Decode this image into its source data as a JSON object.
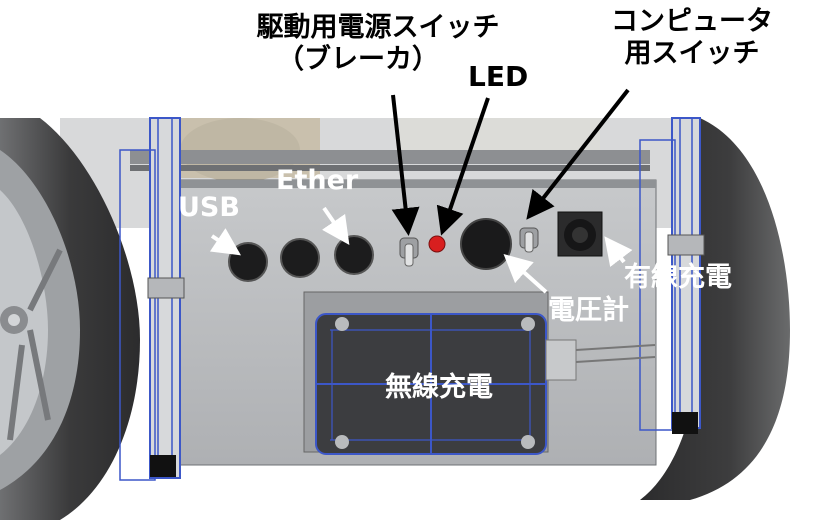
{
  "labels": {
    "drive_breaker_line1": "駆動用電源スイッチ",
    "drive_breaker_line2": "（ブレーカ）",
    "computer_switch_line1": "コンピュータ",
    "computer_switch_line2": "用スイッチ",
    "led": "LED",
    "usb": "USB",
    "ether": "Ether",
    "wired_charge": "有線充電",
    "voltmeter": "電圧計",
    "wireless_charge": "無線充電"
  },
  "colors": {
    "frame_blue": "#3c57c8",
    "panel_gray": "#b9bbbd",
    "led_red": "#d81f1f",
    "tire_dark": "#3b3b3b",
    "charger_box": "#3c3d40",
    "arrow_black": "#000000",
    "arrow_white": "#ffffff"
  }
}
